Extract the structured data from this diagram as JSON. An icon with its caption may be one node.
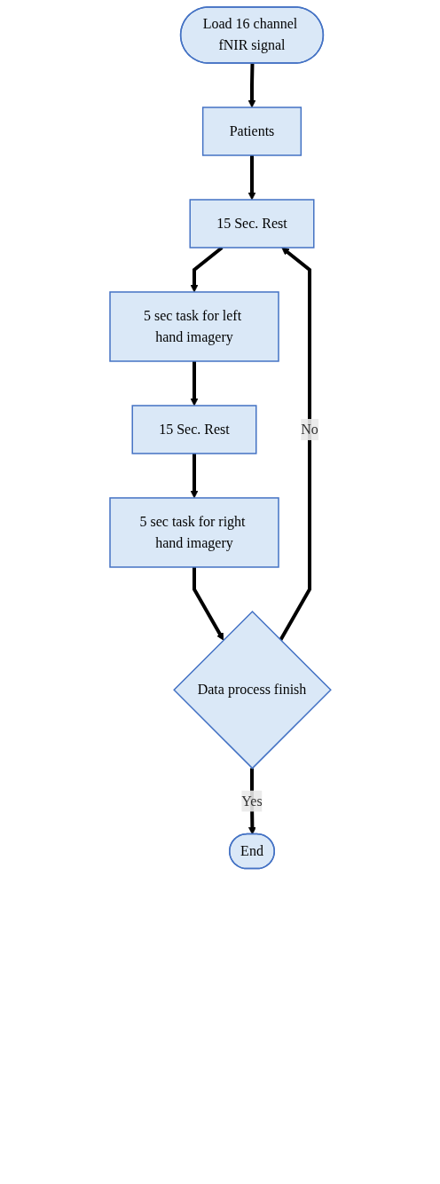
{
  "diagram": {
    "nodes": [
      {
        "text": [
          "Load 16 channel fNIR signal"
        ]
      },
      {
        "text": [
          "Patients"
        ]
      },
      {
        "text": [
          "15 Sec. Rest"
        ]
      },
      {
        "text": [
          "5 sec task for left hand imagery"
        ]
      },
      {
        "text": [
          "15 Sec. Rest"
        ]
      },
      {
        "text": [
          "5 sec task for right hand imagery"
        ]
      },
      {
        "text": [
          "Data process finish"
        ]
      },
      {
        "text": [
          "End"
        ]
      }
    ],
    "edges": [
      {
        "from": 0,
        "to": 1,
        "arrow": "to"
      },
      {
        "from": 1,
        "to": 2,
        "arrow": "to"
      },
      {
        "from": 2,
        "to": 3,
        "arrow": "to"
      },
      {
        "from": 3,
        "to": 4,
        "arrow": "to"
      },
      {
        "from": 4,
        "to": 5,
        "arrow": "to"
      },
      {
        "from": 5,
        "to": 6,
        "arrow": "to"
      },
      {
        "from": 6,
        "to": 2,
        "arrow": "to",
        "label": "No"
      },
      {
        "from": 6,
        "to": 7,
        "arrow": "to",
        "label": "Yes"
      }
    ]
  }
}
